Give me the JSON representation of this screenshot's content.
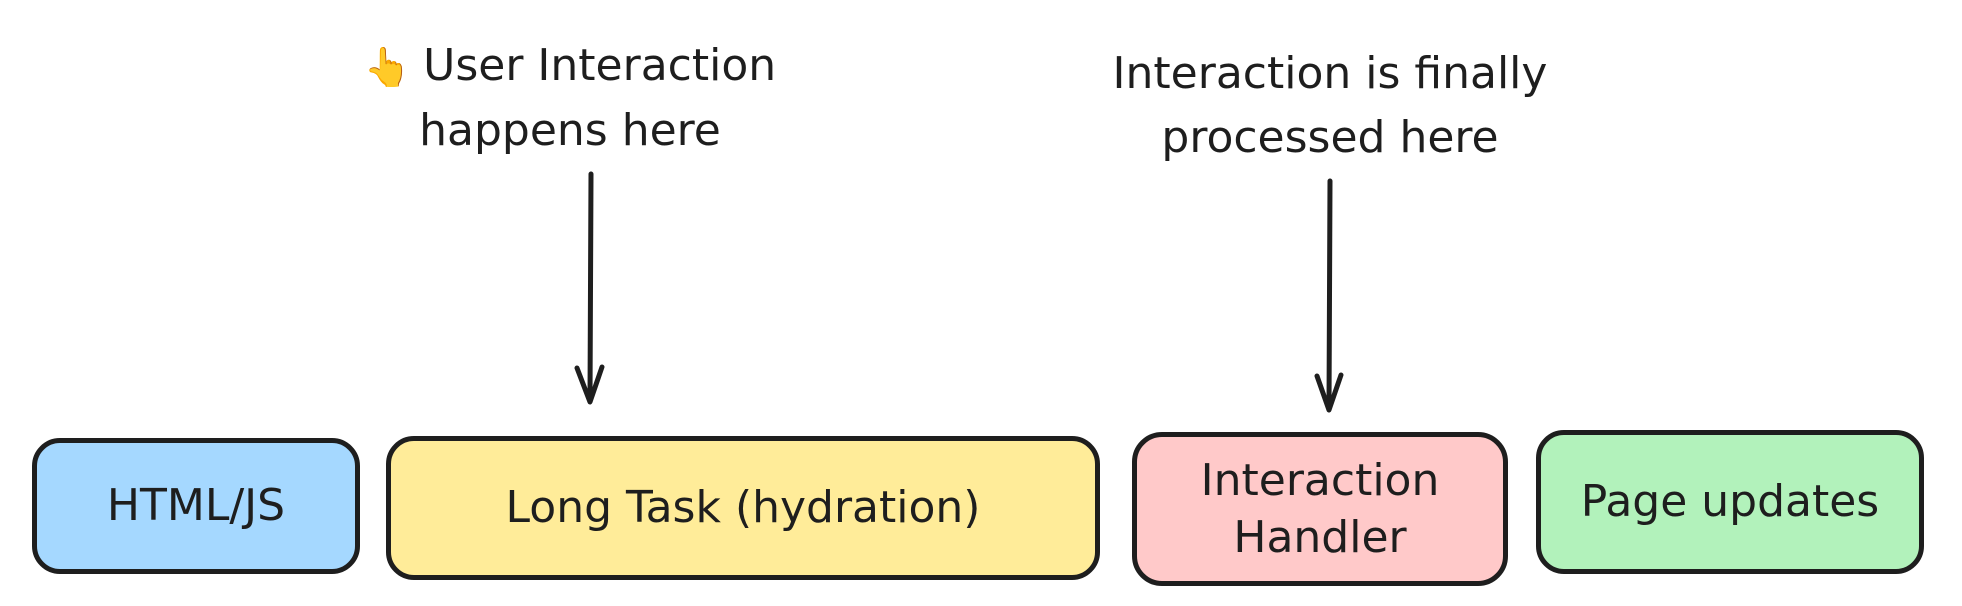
{
  "boxes": {
    "html_js": "HTML/JS",
    "long_task": "Long Task (hydration)",
    "handler_line1": "Interaction",
    "handler_line2": "Handler",
    "page_updates": "Page updates"
  },
  "annotations": {
    "user_icon": "pointing-up-hand-icon",
    "user_emoji": "👆",
    "user_line1": "User Interaction",
    "user_line2": "happens here",
    "processed_line1": "Interaction is finally",
    "processed_line2": "processed here"
  },
  "colors": {
    "html_js": "#a5d8ff",
    "long_task": "#ffec99",
    "handler": "#ffc9c9",
    "page_updates": "#b2f2bb",
    "stroke": "#1e1e1e"
  }
}
